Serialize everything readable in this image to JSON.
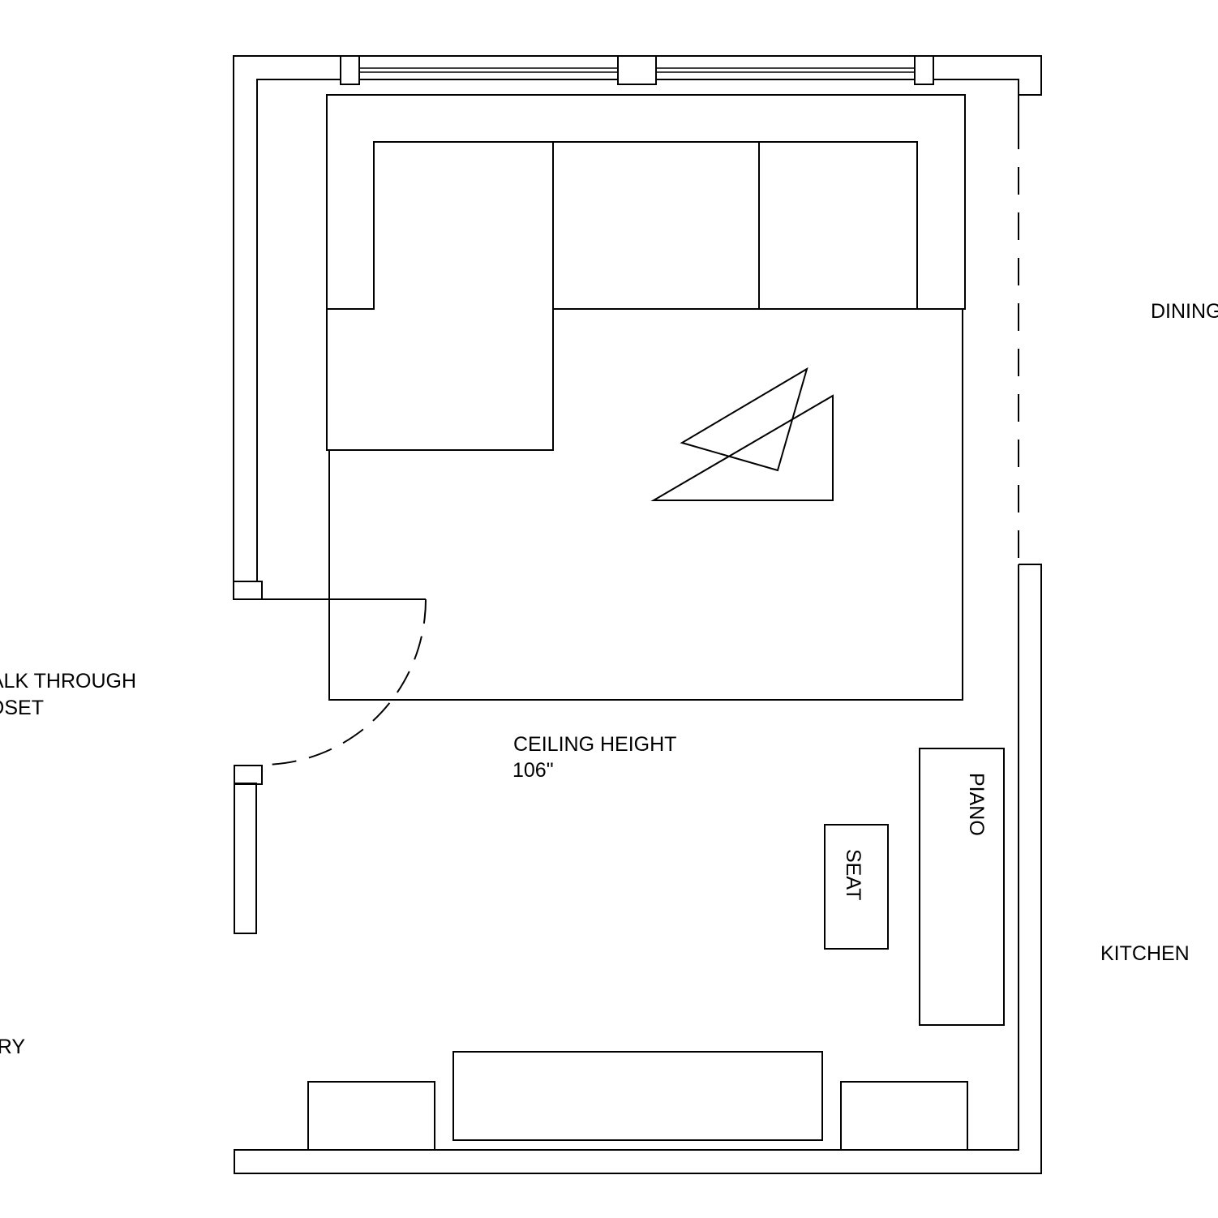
{
  "diagram": {
    "type": "floor-plan",
    "line_color": "#000000",
    "background": "#ffffff",
    "labels": {
      "dining": "DINING",
      "walk_through_line1": "WALK THROUGH",
      "walk_through_line2": "CLOSET",
      "ceiling_line1": "CEILING HEIGHT",
      "ceiling_line2": "106\"",
      "piano": "PIANO",
      "seat": "SEAT",
      "kitchen": "KITCHEN",
      "laundry": "LAUNDRY"
    }
  }
}
